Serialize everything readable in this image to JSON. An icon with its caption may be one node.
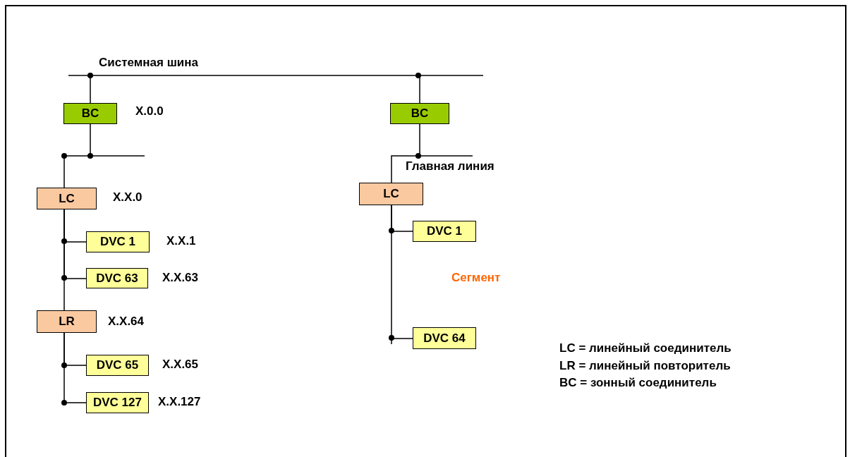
{
  "diagram": {
    "nodes": [
      {
        "text": [
          "BC"
        ],
        "beside": [
          "X.0.0"
        ]
      },
      {
        "text": [
          "BC"
        ]
      },
      {
        "text": [
          "LC"
        ],
        "beside": [
          "X.X.0"
        ]
      },
      {
        "text": [
          "DVC 1"
        ],
        "beside": [
          "X.X.1"
        ]
      },
      {
        "text": [
          "DVC 63"
        ],
        "beside": [
          "X.X.63"
        ]
      },
      {
        "text": [
          "LR"
        ],
        "beside": [
          "X.X.64"
        ]
      },
      {
        "text": [
          "DVC 65"
        ],
        "beside": [
          "X.X.65"
        ]
      },
      {
        "text": [
          "DVC 127"
        ],
        "beside": [
          "X.X.127"
        ]
      },
      {
        "text": [
          "LC"
        ]
      },
      {
        "text": [
          "DVC 1"
        ]
      },
      {
        "text": [
          "DVC 64"
        ]
      }
    ],
    "edges": [
      {
        "from": 0,
        "to": 1,
        "arrow": "none"
      },
      {
        "from": 0,
        "to": 2,
        "arrow": "none"
      },
      {
        "from": 2,
        "to": 3,
        "arrow": "none"
      },
      {
        "from": 2,
        "to": 4,
        "arrow": "none"
      },
      {
        "from": 2,
        "to": 5,
        "arrow": "none"
      },
      {
        "from": 5,
        "to": 6,
        "arrow": "none"
      },
      {
        "from": 5,
        "to": 7,
        "arrow": "none"
      },
      {
        "from": 1,
        "to": 8,
        "arrow": "none"
      },
      {
        "from": 8,
        "to": 9,
        "arrow": "none"
      },
      {
        "from": 8,
        "to": 10,
        "arrow": "none"
      }
    ],
    "labels": [
      "Системная шина",
      "Главная линия",
      "Сегмент",
      "LC = линейный соединитель",
      "LR = линейный повторитель",
      "BC = зонный соединитель"
    ]
  }
}
